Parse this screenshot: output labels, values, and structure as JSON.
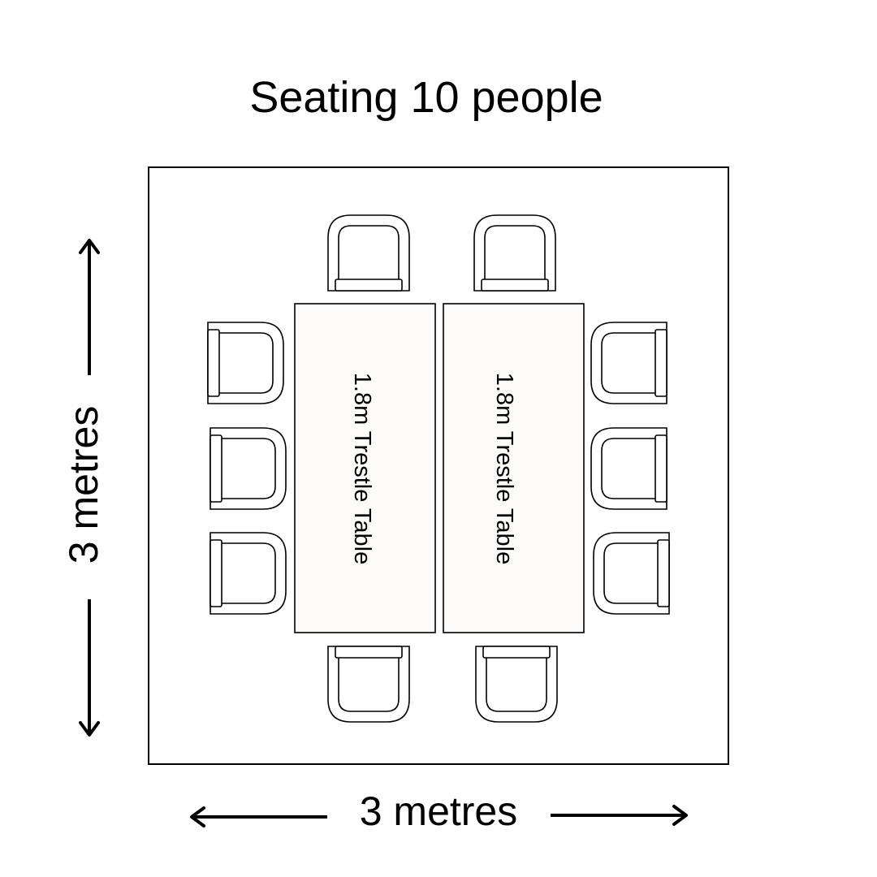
{
  "title": "Seating 10 people",
  "dimensions": {
    "width_label": "3 metres",
    "height_label": "3 metres"
  },
  "tables": [
    {
      "label": "1.8m Trestle Table"
    },
    {
      "label": "1.8m Trestle Table"
    }
  ],
  "chairs": {
    "count": 10
  },
  "colors": {
    "stroke": "#000000",
    "table_fill": "#fdfafa",
    "background": "#ffffff"
  }
}
